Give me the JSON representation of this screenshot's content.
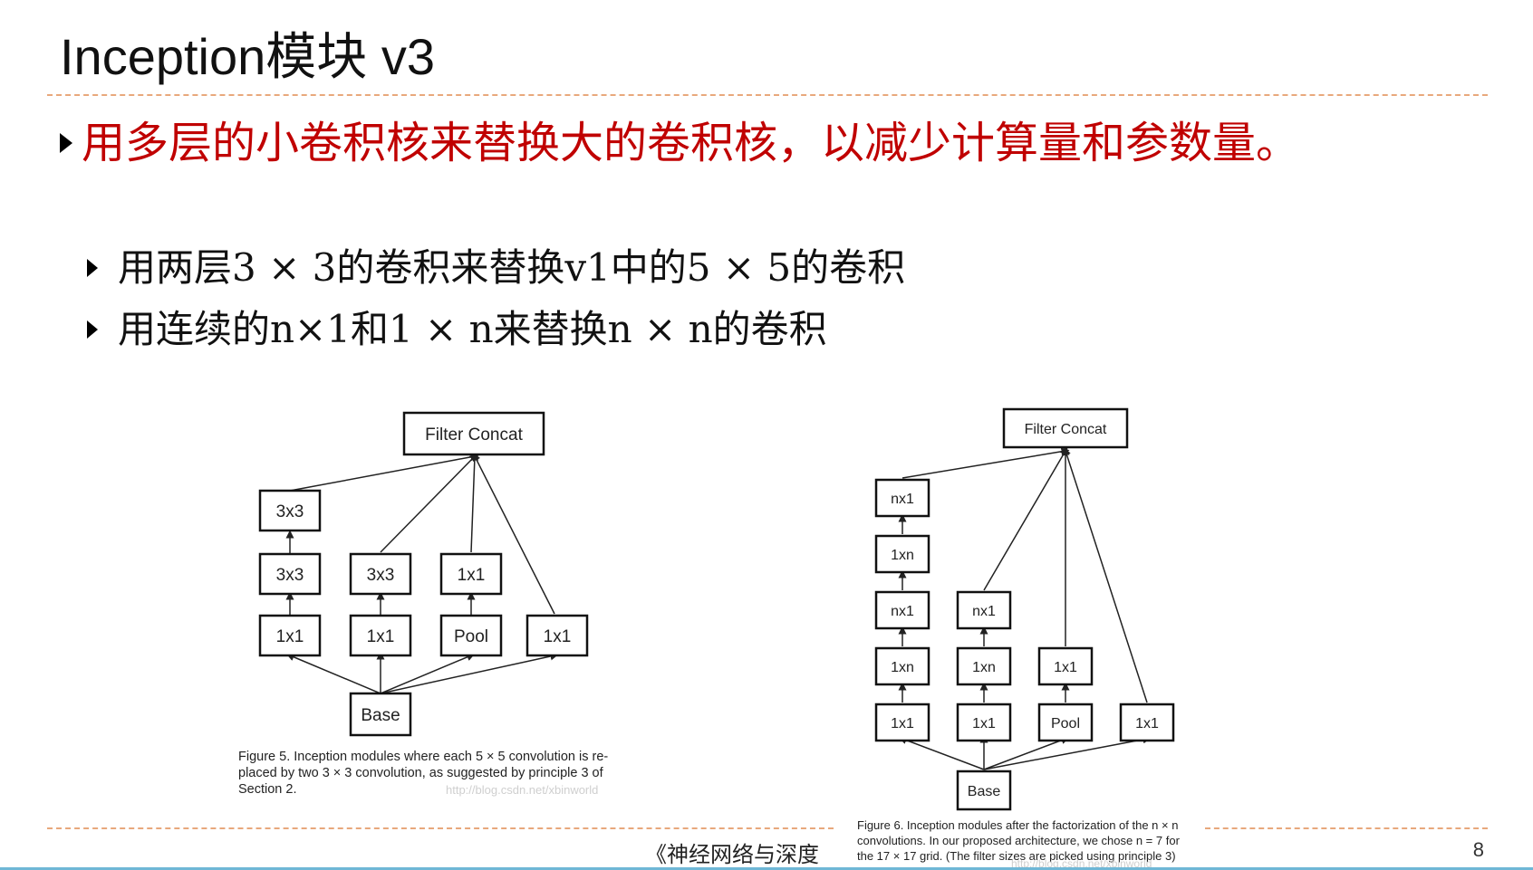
{
  "slide": {
    "title": "Inception模块 v3",
    "main_bullet": "用多层的小卷积核来替换大的卷积核，以减少计算量和参数量。",
    "sub_bullets": [
      "用两层3 × 3的卷积来替换v1中的5 × 5的卷积",
      "用连续的n×1和1 × n来替换n × n的卷积"
    ],
    "footer": "《神经网络与深度",
    "page_number": "8"
  },
  "figure5": {
    "top": "Filter Concat",
    "base": "Base",
    "col1": [
      "3x3",
      "3x3",
      "1x1"
    ],
    "col2": [
      "3x3",
      "1x1"
    ],
    "col3": [
      "1x1",
      "Pool"
    ],
    "col4": [
      "1x1"
    ],
    "caption": [
      "Figure 5. Inception modules where each 5 × 5 convolution is re-",
      "placed by two 3 × 3 convolution, as suggested by principle 3 of",
      "Section 2."
    ],
    "watermark": "http://blog.csdn.net/xbinworld"
  },
  "figure6": {
    "top": "Filter Concat",
    "base": "Base",
    "col1": [
      "nx1",
      "1xn",
      "nx1",
      "1xn",
      "1x1"
    ],
    "col2": [
      "nx1",
      "1xn",
      "1x1"
    ],
    "col3": [
      "1x1",
      "Pool"
    ],
    "col4": [
      "1x1"
    ],
    "caption": [
      "Figure 6. Inception modules after the factorization of the n × n",
      "convolutions. In our proposed architecture, we chose n = 7 for",
      "the 17 × 17 grid. (The filter sizes are picked using principle 3)"
    ],
    "watermark": "http://blog.csdn.net/xbinworld"
  }
}
